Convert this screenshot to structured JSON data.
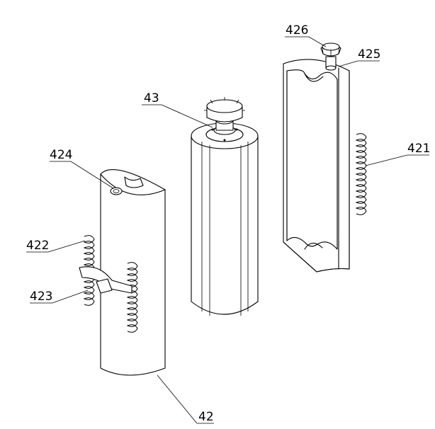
{
  "labels": {
    "l426": "426",
    "l425": "425",
    "l43": "43",
    "l421": "421",
    "l424": "424",
    "l422": "422",
    "l423": "423",
    "l42": "42"
  },
  "colors": {
    "line": "#000000",
    "background": "#ffffff"
  }
}
